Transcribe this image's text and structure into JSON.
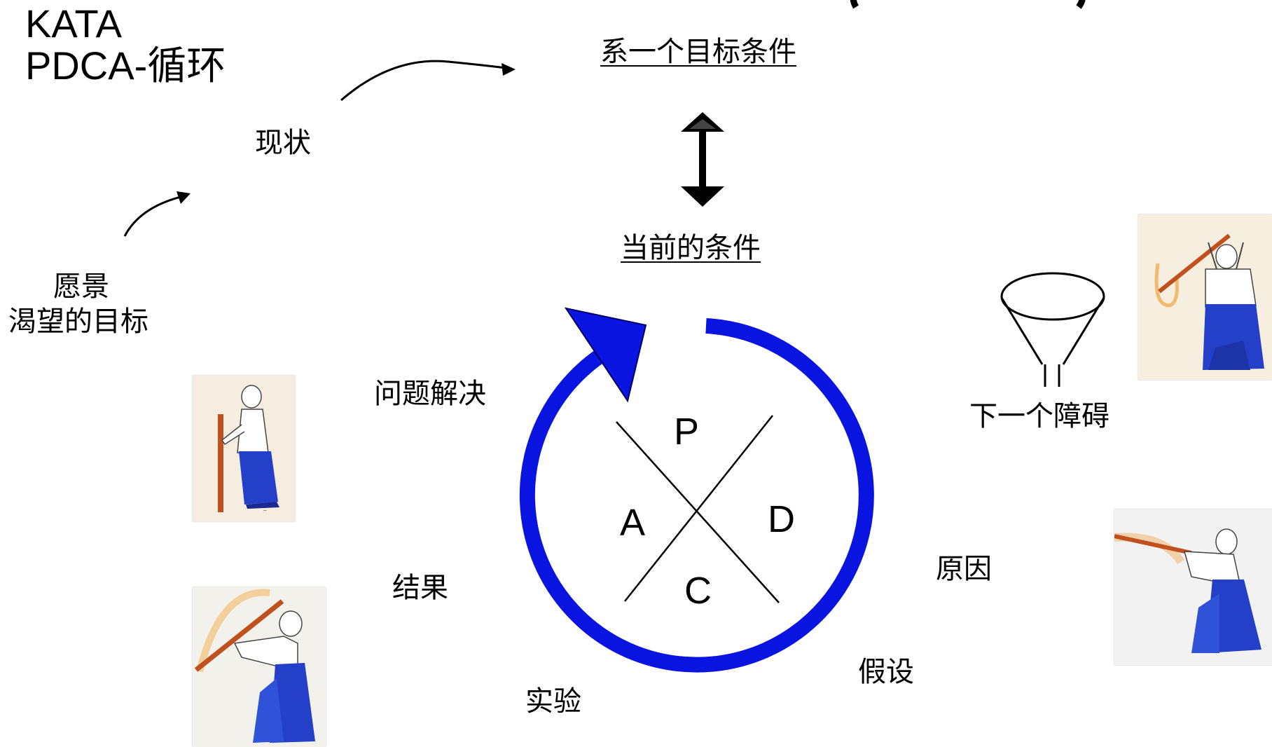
{
  "title": {
    "line1": "KATA",
    "line2": "PDCA-循环"
  },
  "labels": {
    "target_condition": "系一个目标条件",
    "current_condition": "当前的条件",
    "current_state": "现状",
    "vision_line1": "愿景",
    "vision_line2": "渴望的目标",
    "problem_solving": "问题解决",
    "result": "结果",
    "experiment": "实验",
    "hypothesis": "假设",
    "cause": "原因",
    "next_obstacle": "下一个障碍"
  },
  "cycle": {
    "p": "P",
    "d": "D",
    "c": "C",
    "a": "A"
  },
  "colors": {
    "cycle_arrow": "#0a14e0",
    "robe": "#2440c8",
    "staff": "#c0501e"
  },
  "images": [
    "kata-figure-standing",
    "kata-figure-swing",
    "kata-figure-overhead",
    "kata-figure-thrust"
  ]
}
